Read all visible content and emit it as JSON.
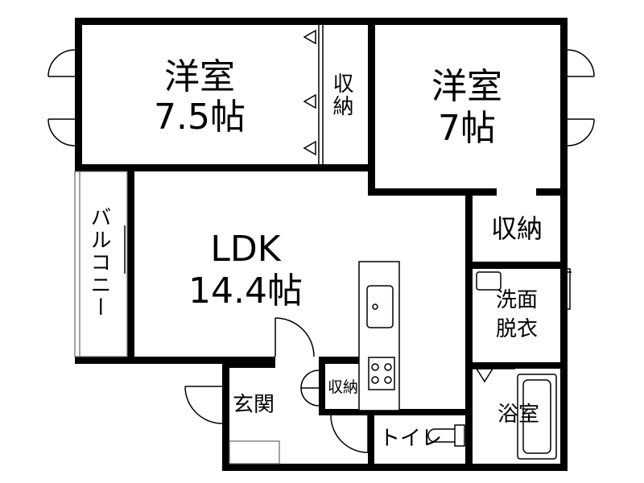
{
  "rooms": {
    "bedroom_west": {
      "name": "洋室",
      "size": "7.5帖"
    },
    "bedroom_east": {
      "name": "洋室",
      "size": "7帖"
    },
    "closet_bedroom": {
      "name": "収納"
    },
    "closet_east": {
      "name": "収納"
    },
    "balcony": {
      "name": "バルコニー"
    },
    "ldk": {
      "name": "LDK",
      "size": "14.4帖"
    },
    "washroom": {
      "name": "洗面\n脱衣",
      "line1": "洗面",
      "line2": "脱衣"
    },
    "entrance": {
      "name": "玄関"
    },
    "closet_entrance": {
      "name": "収納"
    },
    "toilet": {
      "name": "トイレ"
    },
    "bathroom": {
      "name": "浴室"
    }
  }
}
